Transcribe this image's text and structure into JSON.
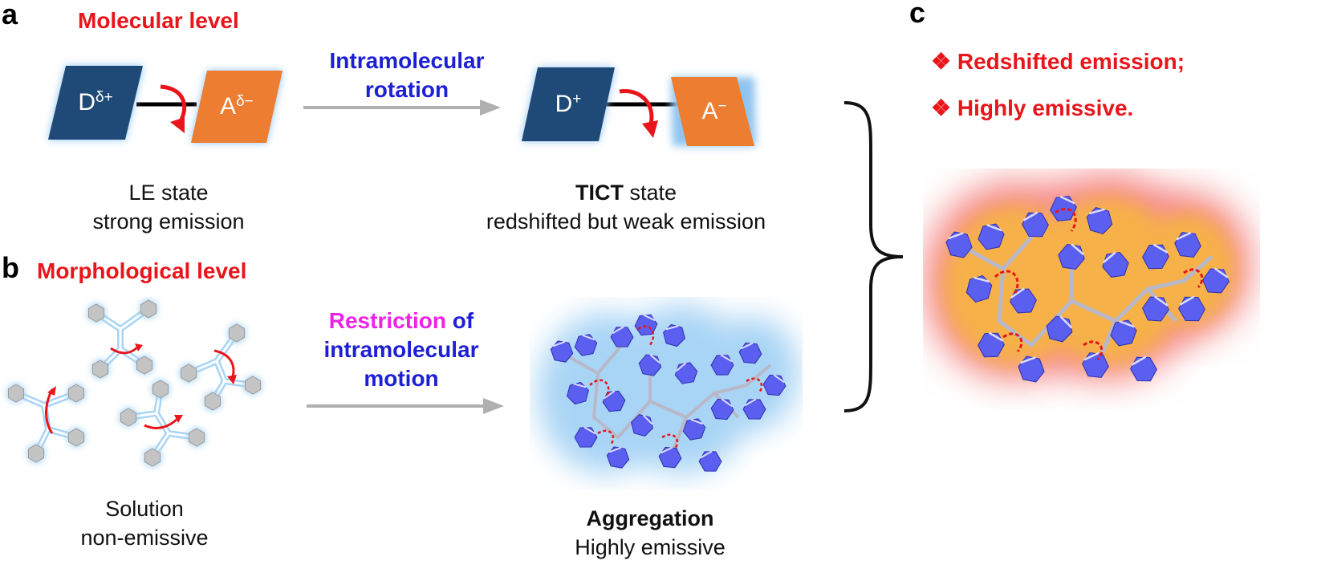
{
  "panel_a": {
    "letter": "a",
    "title": "Molecular level",
    "donor_le": {
      "base": "D",
      "sup": "δ+"
    },
    "acceptor_le": {
      "base": "A",
      "sup": "δ−"
    },
    "donor_ticT": {
      "base": "D",
      "sup": "+"
    },
    "acceptor_ticT": {
      "base": "A",
      "sup": "−"
    },
    "arrow_label_line1": "Intramolecular",
    "arrow_label_line2": "rotation",
    "le_caption_line1": "LE state",
    "le_caption_line2": "strong emission",
    "tict_bold": "TICT",
    "tict_rest": " state",
    "tict_caption_line2": "redshifted but weak emission"
  },
  "panel_b": {
    "letter": "b",
    "title": "Morphological level",
    "arrow_label_part1": "Restriction",
    "arrow_label_part2": " of",
    "arrow_label_line2": "intramolecular",
    "arrow_label_line3": "motion",
    "solution_line1": "Solution",
    "solution_line2": "non-emissive",
    "aggregation_line1": "Aggregation",
    "aggregation_line2": "Highly emissive"
  },
  "panel_c": {
    "letter": "c",
    "bullet_symbol": "❖",
    "bullet1": "Redshifted emission;",
    "bullet2": "Highly emissive."
  },
  "colors": {
    "donor": "#1f4a78",
    "acceptor": "#ec7d31",
    "red": "#e8151b",
    "blue": "#1d1fd6",
    "magenta": "#ee22e6",
    "glow_blue": "#a8d4f5",
    "glow_orange": "#f6b14a",
    "glow_red": "#f58a8a",
    "ring_blue": "#5b5ff0",
    "ring_gray": "#c4c4c4"
  }
}
